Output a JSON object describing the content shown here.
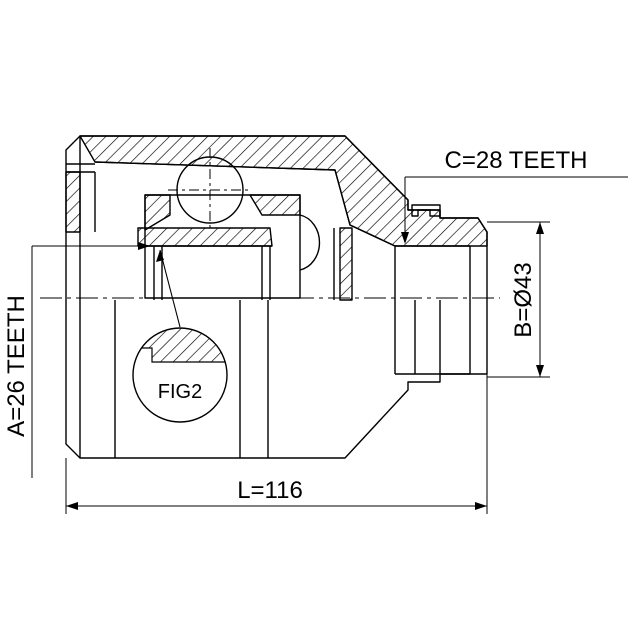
{
  "labels": {
    "spline_c": "C=28 TEETH",
    "spline_a": "A=26 TEETH",
    "diameter_b": "B=Ø43",
    "length_l": "L=116",
    "figure_ref": "FIG2"
  }
}
